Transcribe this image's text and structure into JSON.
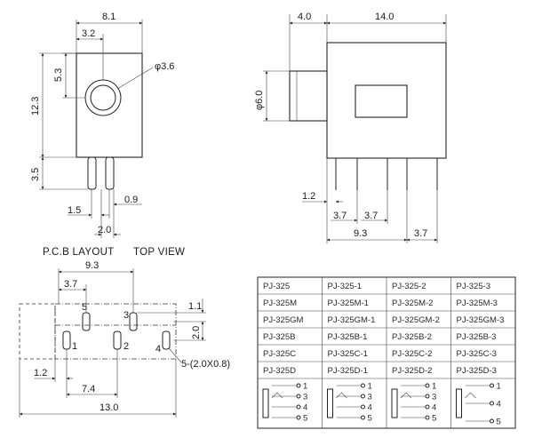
{
  "front_view": {
    "dims": {
      "width_total": "8.1",
      "offset": "3.2",
      "hole_dia": "φ3.6",
      "center_height": "5.3",
      "height": "12.3",
      "pin_length": "3.5",
      "pin_pitch": "1.5",
      "pin_gap": "2.0",
      "pin_width": "0.9"
    }
  },
  "side_view": {
    "dims": {
      "boss_length": "4.0",
      "body_length": "14.0",
      "boss_dia": "φ6.0",
      "pin_offset": "1.2",
      "pitch_a": "3.7",
      "pitch_b": "3.7",
      "span": "9.3",
      "end_pitch": "3.7"
    }
  },
  "pcb": {
    "title_left": "P.C.B LAYOUT",
    "title_right": "TOP VIEW",
    "dims": {
      "span": "9.3",
      "pitch": "3.7",
      "row_gap": "1.1",
      "row_height": "2.0",
      "edge": "1.2",
      "inner": "7.4",
      "total": "13.0",
      "hole_note": "5-(2.0X0.8)"
    },
    "pin_numbers": [
      "1",
      "2",
      "3",
      "4",
      "5"
    ]
  },
  "model_table": {
    "rows": [
      [
        "PJ-325",
        "PJ-325-1",
        "PJ-325-2",
        "PJ-325-3"
      ],
      [
        "PJ-325M",
        "PJ-325M-1",
        "PJ-325M-2",
        "PJ-325M-3"
      ],
      [
        "PJ-325GM",
        "PJ-325GM-1",
        "PJ-325GM-2",
        "PJ-325GM-3"
      ],
      [
        "PJ-325B",
        "PJ-325B-1",
        "PJ-325B-2",
        "PJ-325B-3"
      ],
      [
        "PJ-325C",
        "PJ-325C-1",
        "PJ-325C-2",
        "PJ-325C-3"
      ],
      [
        "PJ-325D",
        "PJ-325D-1",
        "PJ-325D-2",
        "PJ-325D-3"
      ]
    ],
    "schematic_pins": [
      [
        "1",
        "3",
        "4",
        "5"
      ],
      [
        "1",
        "3",
        "4",
        "5"
      ],
      [
        "1",
        "3",
        "4",
        "5"
      ],
      [
        "1",
        "4",
        "5"
      ]
    ]
  }
}
